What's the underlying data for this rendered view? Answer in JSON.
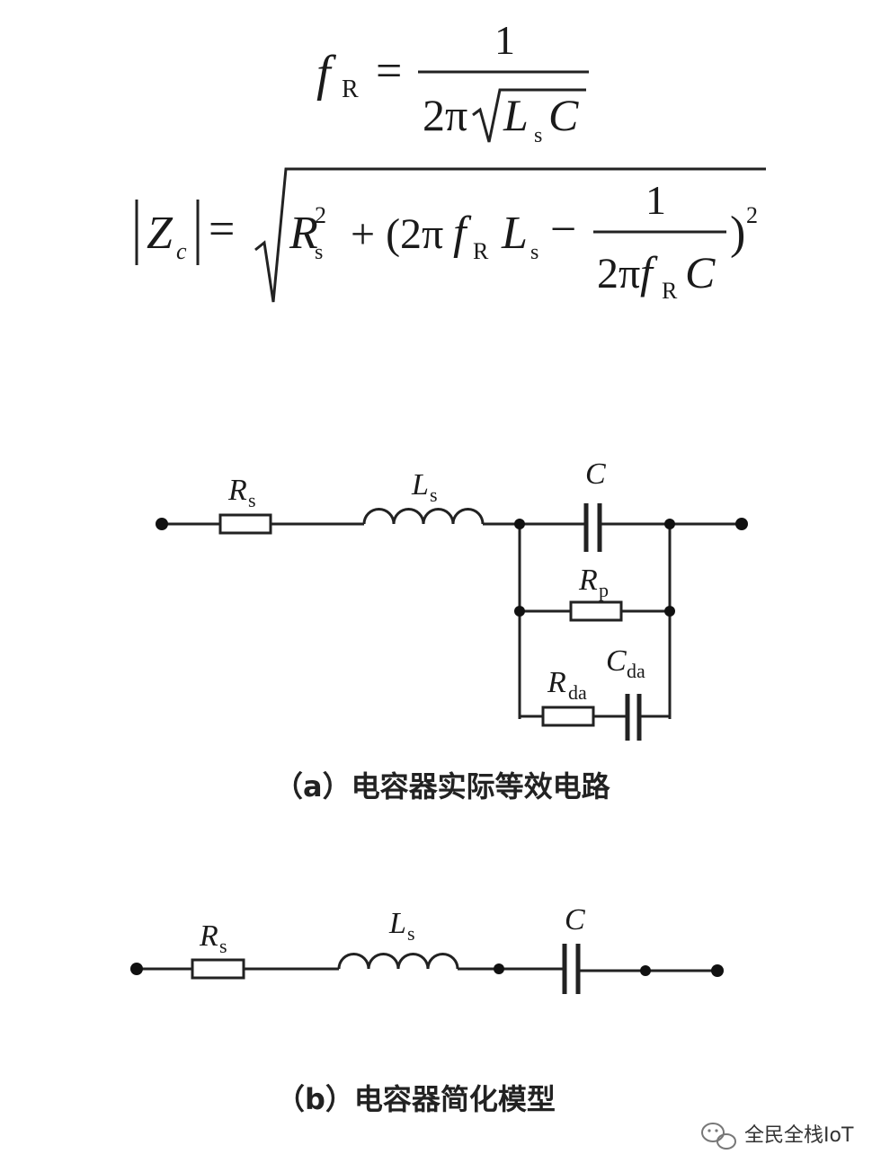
{
  "formula1": {
    "lhs_f": "f",
    "lhs_sub": "R",
    "eq": "=",
    "num": "1",
    "den_prefix": "2π",
    "den_L": "L",
    "den_L_sub": "s",
    "den_C": "C"
  },
  "formula2": {
    "Z": "Z",
    "Z_sub": "c",
    "eq": "=",
    "R": "R",
    "R_sub": "s",
    "R_sup": "2",
    "plus_paren": "+ (2π",
    "f": "f",
    "f_sub": "R",
    "L": "L",
    "L_sub": "s",
    "minus": "−",
    "frac_num": "1",
    "frac_den_prefix": "2π",
    "frac_den_f": "f",
    "frac_den_f_sub": "R",
    "frac_den_C": "C",
    "close_paren": ")",
    "close_sup": "2"
  },
  "circuit_a": {
    "Rs": {
      "main": "R",
      "sub": "s"
    },
    "Ls": {
      "main": "L",
      "sub": "s"
    },
    "C": "C",
    "Rp": {
      "main": "R",
      "sub": "p"
    },
    "Rda": {
      "main": "R",
      "sub": "da"
    },
    "Cda": {
      "main": "C",
      "sub": "da"
    },
    "caption": "（a）电容器实际等效电路"
  },
  "circuit_b": {
    "Rs": {
      "main": "R",
      "sub": "s"
    },
    "Ls": {
      "main": "L",
      "sub": "s"
    },
    "C": "C",
    "caption": "（b）电容器简化模型"
  },
  "watermark": {
    "text": "全民全栈IoT",
    "icon": "wechat-icon"
  }
}
